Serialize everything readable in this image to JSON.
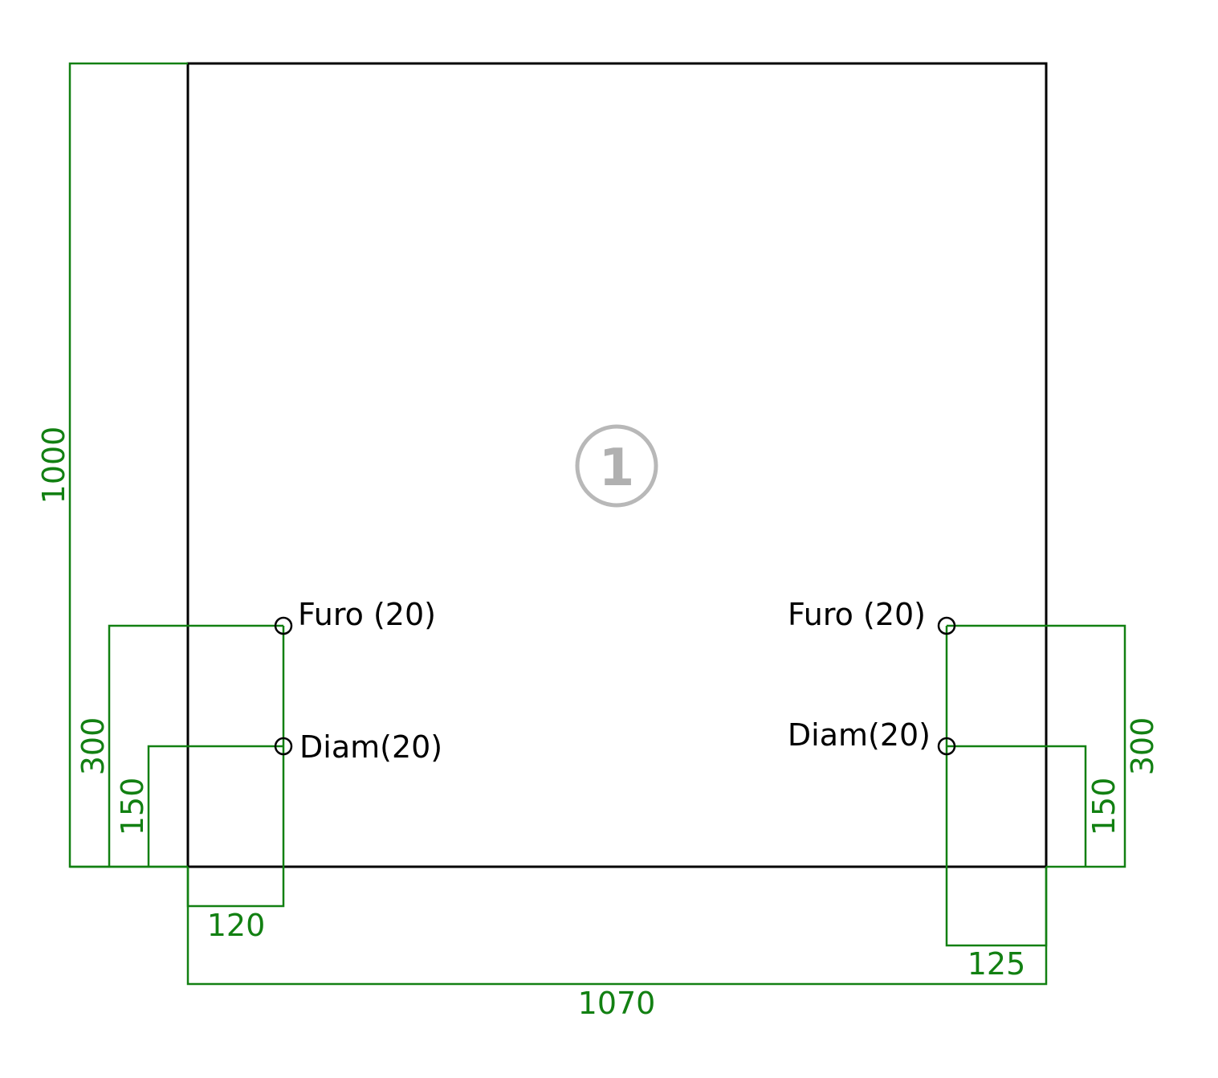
{
  "drawing": {
    "part_number": "1",
    "colors": {
      "part": "#000000",
      "dimension": "#128012",
      "badge": "#b8b8b8"
    },
    "dimensions": {
      "overall_width": "1070",
      "overall_height": "1000",
      "left_hole_x": "120",
      "right_hole_x": "125",
      "left_furo_y": "300",
      "left_diam_y": "150",
      "right_furo_y": "300",
      "right_diam_y": "150"
    },
    "holes": {
      "left_furo": "Furo (20)",
      "left_diam": "Diam(20)",
      "right_furo": "Furo (20)",
      "right_diam": "Diam(20)"
    }
  }
}
